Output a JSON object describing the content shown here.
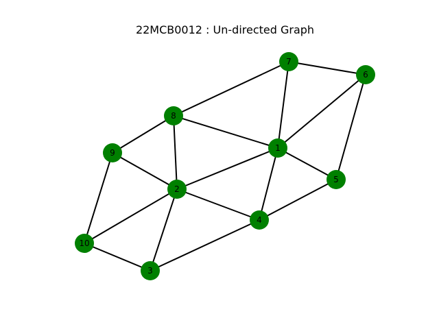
{
  "title": "22MCB0012 : Un-directed Graph",
  "colors": {
    "background": "#ffffff",
    "node_fill": "#008000",
    "edge_stroke": "#000000",
    "label_text": "#000000"
  },
  "graph": {
    "nodes": [
      {
        "id": "1",
        "label": "1"
      },
      {
        "id": "2",
        "label": "2"
      },
      {
        "id": "3",
        "label": "3"
      },
      {
        "id": "4",
        "label": "4"
      },
      {
        "id": "5",
        "label": "5"
      },
      {
        "id": "6",
        "label": "6"
      },
      {
        "id": "7",
        "label": "7"
      },
      {
        "id": "8",
        "label": "8"
      },
      {
        "id": "9",
        "label": "9"
      },
      {
        "id": "10",
        "label": "10"
      }
    ],
    "edges": [
      [
        "7",
        "6"
      ],
      [
        "7",
        "8"
      ],
      [
        "7",
        "1"
      ],
      [
        "6",
        "1"
      ],
      [
        "6",
        "5"
      ],
      [
        "8",
        "9"
      ],
      [
        "8",
        "1"
      ],
      [
        "8",
        "2"
      ],
      [
        "9",
        "2"
      ],
      [
        "9",
        "10"
      ],
      [
        "1",
        "5"
      ],
      [
        "1",
        "2"
      ],
      [
        "1",
        "4"
      ],
      [
        "5",
        "4"
      ],
      [
        "2",
        "4"
      ],
      [
        "2",
        "10"
      ],
      [
        "2",
        "3"
      ],
      [
        "10",
        "3"
      ],
      [
        "3",
        "4"
      ]
    ]
  }
}
